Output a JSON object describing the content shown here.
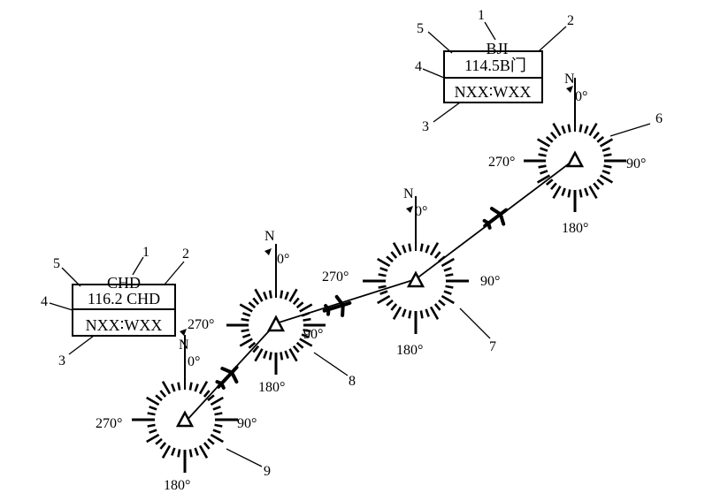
{
  "info_boxes": [
    {
      "name": "chd",
      "line1": "CHD",
      "line2": "116.2 CHD",
      "line3": "NXX∶WXX",
      "leaders": [
        "1",
        "2",
        "3",
        "4",
        "5"
      ]
    },
    {
      "name": "bji",
      "line1": "BJI",
      "line2": "114.5B门",
      "line3": "NXX∶WXX",
      "leaders": [
        "1",
        "2",
        "3",
        "4",
        "5"
      ]
    }
  ],
  "roses": [
    {
      "name": "rose-1",
      "north": "N",
      "deg_0": "0°",
      "deg_90": "90°",
      "deg_180": "180°",
      "deg_270": "270°",
      "callout": "9"
    },
    {
      "name": "rose-2",
      "north": "N",
      "deg_0": "0°",
      "deg_90": "90°",
      "deg_180": "180°",
      "deg_270": "270°",
      "callout": "8"
    },
    {
      "name": "rose-3",
      "north": "N",
      "deg_0": "0°",
      "deg_90": "90°",
      "deg_180": "180°",
      "deg_270": "270°",
      "callout": "7"
    },
    {
      "name": "rose-4",
      "north": "N",
      "deg_0": "0°",
      "deg_90": "90°",
      "deg_180": "180°",
      "deg_270": "270°",
      "callout": "6"
    }
  ],
  "colors": {
    "ink": "#000000",
    "paper": "#ffffff"
  },
  "icons": [
    "aircraft-icon",
    "station-triangle-icon",
    "north-flag-icon"
  ]
}
